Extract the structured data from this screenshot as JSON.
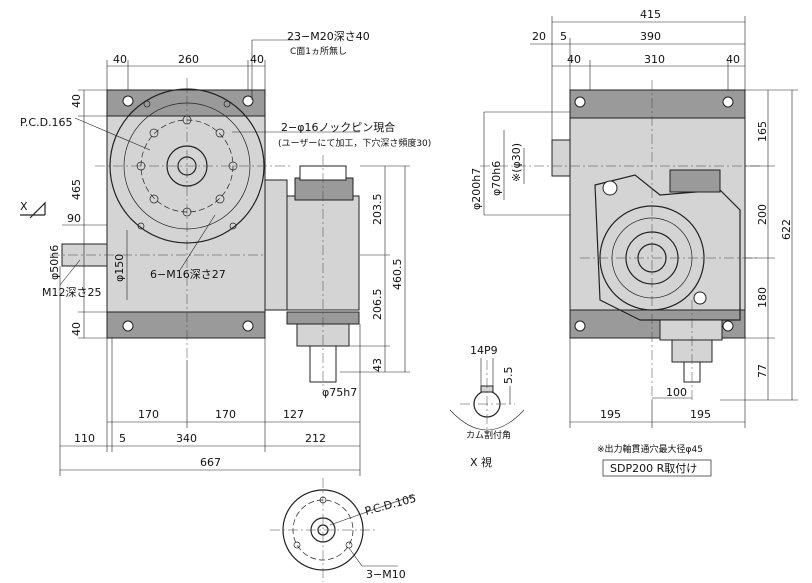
{
  "front": {
    "dim_top_left": "40",
    "dim_top_mid": "260",
    "dim_top_right": "40",
    "note_m20": "23−M20深さ40",
    "note_c_face": "C面1ヵ所無し",
    "pcd_label": "P.C.D.165",
    "note_pin": "2−φ16ノックピン現合",
    "note_pin_2": "(ユーザーにて加工，下穴深さ頻度30)",
    "view_x": "X",
    "dim_90": "90",
    "note_m16": "6−M16深さ27",
    "note_m12": "M12深さ25",
    "dim_phi75": "φ75h7",
    "dim_170_a": "170",
    "dim_170_b": "170",
    "dim_127": "127",
    "dim_110": "110",
    "dim_5": "5",
    "dim_340": "340",
    "dim_212": "212",
    "dim_667": "667",
    "dim_left_40_top": "40",
    "dim_465": "465",
    "dim_left_40_bottom": "40",
    "dim_phi50": "φ50h6",
    "dim_phi150": "φ150",
    "dim_203_5": "203.5",
    "dim_460_5": "460.5",
    "dim_206_5": "206.5",
    "dim_43": "43"
  },
  "detail": {
    "dim_14p9": "14P9",
    "dim_5_5": "5.5",
    "note_cam": "カム割付角",
    "label_view": "X 視"
  },
  "side": {
    "dim_415": "415",
    "dim_20": "20",
    "dim_5": "5",
    "dim_390": "390",
    "dim_40_left": "40",
    "dim_310": "310",
    "dim_40_right": "40",
    "dim_195_a": "195",
    "dim_195_b": "195",
    "dim_100": "100",
    "note_hollow": "※出力軸貫通穴最大径φ45",
    "model": "SDP200 R取付け",
    "dim_phi200": "φ200h7",
    "dim_phi70": "φ70h6",
    "dim_phi30": "※(φ30)",
    "dim_165": "165",
    "dim_200": "200",
    "dim_180": "180",
    "dim_77": "77",
    "dim_622": "622"
  },
  "flange": {
    "pcd_label": "P.C.D.105",
    "note_m10": "3−M10"
  }
}
